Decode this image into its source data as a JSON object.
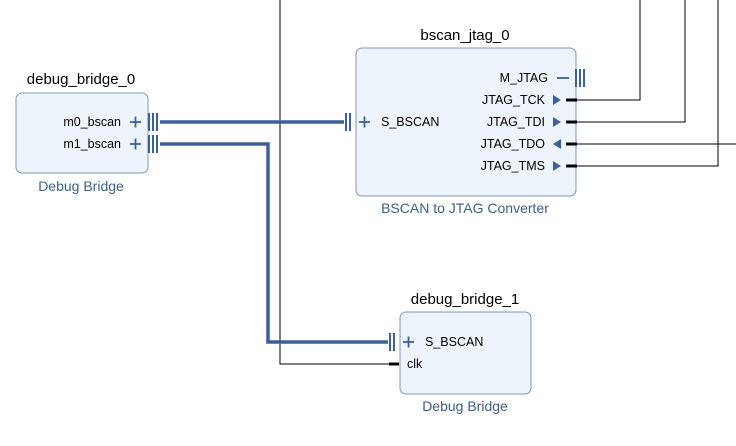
{
  "blocks": {
    "debug_bridge_0": {
      "name": "debug_bridge_0",
      "type": "Debug Bridge",
      "pins": {
        "m0": "m0_bscan",
        "m1": "m1_bscan"
      }
    },
    "bscan_jtag_0": {
      "name": "bscan_jtag_0",
      "type": "BSCAN to JTAG Converter",
      "pins": {
        "s_bscan": "S_BSCAN",
        "m_jtag": "M_JTAG",
        "tck": "JTAG_TCK",
        "tdi": "JTAG_TDI",
        "tdo": "JTAG_TDO",
        "tms": "JTAG_TMS"
      }
    },
    "debug_bridge_1": {
      "name": "debug_bridge_1",
      "type": "Debug Bridge",
      "pins": {
        "s_bscan": "S_BSCAN",
        "clk": "clk"
      }
    }
  },
  "colors": {
    "block_fill": "#eef4fb",
    "block_border": "#7e99b8",
    "interface": "#3d5f9b",
    "subtitle": "#3e5f8a",
    "wire": "#000000"
  }
}
